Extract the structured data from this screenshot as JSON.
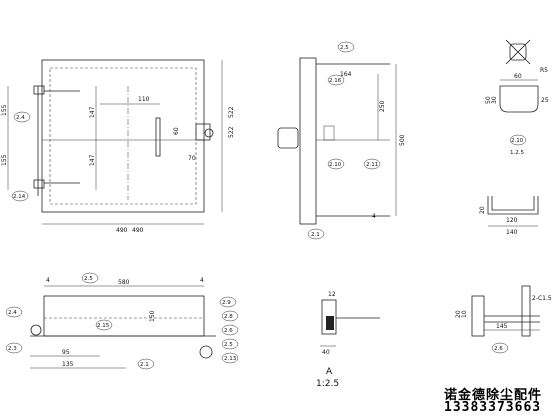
{
  "view1": {
    "dims": [
      "155",
      "155",
      "147",
      "147",
      "110",
      "60",
      "70",
      "490",
      "490",
      "522",
      "522"
    ],
    "bubbles": [
      "2.4",
      "2.14"
    ]
  },
  "view2": {
    "dims": [
      "164",
      "250",
      "500"
    ],
    "bubbles": [
      "2.5",
      "2.16",
      "2.10",
      "2.11",
      "2.1"
    ],
    "misc": [
      "4"
    ]
  },
  "detail_top": {
    "dims": [
      "60",
      "30",
      "50",
      "25",
      "R5"
    ],
    "bubbles": [
      "2.10",
      "1.2.5"
    ]
  },
  "detail_mid": {
    "dims": [
      "20",
      "120",
      "140"
    ]
  },
  "view3": {
    "dims": [
      "580",
      "150",
      "95",
      "135",
      "4",
      "4"
    ],
    "bubbles": [
      "2.5",
      "2.4",
      "2.3",
      "2.15",
      "2.1",
      "2.9",
      "2.8",
      "2.6",
      "2.5",
      "2.13"
    ]
  },
  "section_a": {
    "label": "A",
    "scale": "1:2.5",
    "dims": [
      "12",
      "40"
    ]
  },
  "bolt_detail": {
    "dims": [
      "2-C1.5",
      "10",
      "20",
      "145"
    ],
    "bubbles": [
      "2.6"
    ]
  },
  "watermark": {
    "name": "诺金德除尘配件",
    "phone": "13383373663"
  }
}
